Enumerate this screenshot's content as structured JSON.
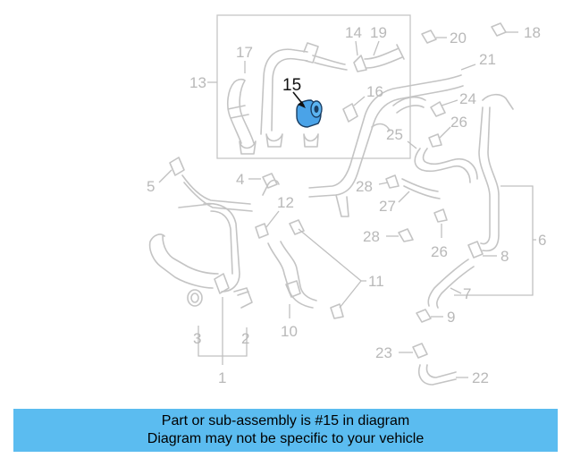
{
  "diagram": {
    "highlighted_part": "15",
    "highlight_color": "#4aa3e8",
    "callouts": {
      "c1": "1",
      "c2": "2",
      "c3": "3",
      "c4": "4",
      "c5": "5",
      "c6": "6",
      "c7": "7",
      "c8": "8",
      "c9": "9",
      "c10": "10",
      "c11": "11",
      "c12": "12",
      "c13": "13",
      "c14": "14",
      "c15": "15",
      "c16": "16",
      "c17": "17",
      "c18": "18",
      "c19": "19",
      "c20": "20",
      "c21": "21",
      "c22": "22",
      "c23": "23",
      "c24": "24",
      "c25": "25",
      "c26": "26",
      "c27": "27",
      "c28a": "28",
      "c28b": "28"
    }
  },
  "banner": {
    "line1": "Part or sub-assembly is #15 in diagram",
    "line2": "Diagram may not be specific to your vehicle",
    "color": "#5bbcf0"
  }
}
